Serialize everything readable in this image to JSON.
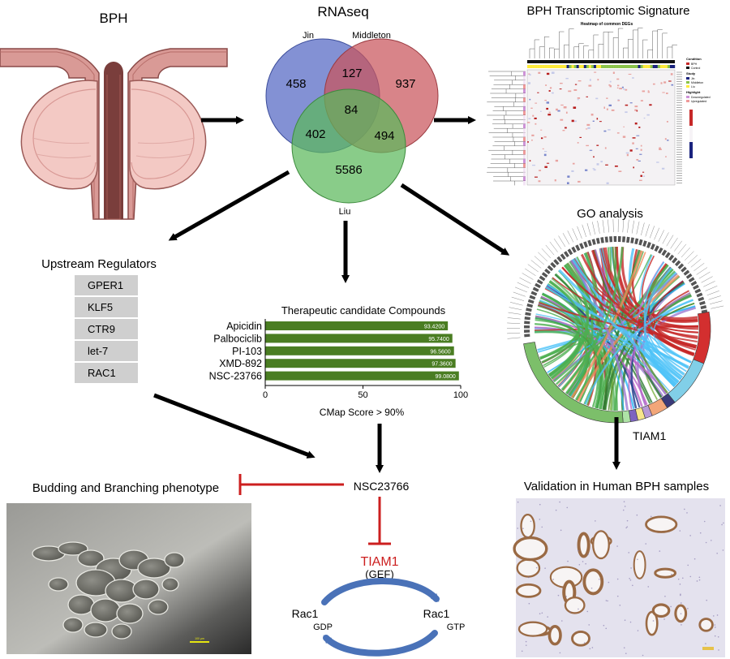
{
  "titles": {
    "bph": "BPH",
    "rnaseq": "RNAseq",
    "signature": "BPH Transcriptomic Signature",
    "go": "GO analysis",
    "upstream": "Upstream Regulators",
    "budding": "Budding and Branching phenotype",
    "validation": "Validation in Human BPH samples"
  },
  "venn": {
    "labels": {
      "jin": "Jin",
      "middleton": "Middleton",
      "liu": "Liu"
    },
    "counts": {
      "jin_only": "458",
      "middleton_only": "937",
      "liu_only": "5586",
      "jin_middleton": "127",
      "jin_liu": "402",
      "middleton_liu": "494",
      "all": "84"
    },
    "colors": {
      "jin": "#5a6cc6",
      "middleton": "#c9545b",
      "liu": "#5cb85c"
    }
  },
  "heatmap": {
    "title": "Heatmap of common DEGs",
    "legend_condition": "Condition",
    "legend_bph": "BPH",
    "legend_control": "Control",
    "legend_study": "Study",
    "legend_jin": "Jin",
    "legend_middleton": "Middleton",
    "legend_liu": "Liu",
    "legend_highlight": "Highlight",
    "legend_down": "Downregulated",
    "legend_up": "Upregulated"
  },
  "regulators": [
    "GPER1",
    "KLF5",
    "CTR9",
    "let-7",
    "RAC1"
  ],
  "chart_data": {
    "type": "bar",
    "title": "Therapeutic candidate Compounds",
    "categories": [
      "Apicidin",
      "Palbociclib",
      "PI-103",
      "XMD-892",
      "NSC-23766"
    ],
    "values": [
      93.42,
      95.74,
      96.56,
      97.36,
      99.08
    ],
    "value_labels": [
      "93.4200",
      "95.7400",
      "96.5600",
      "97.3600",
      "99.0800"
    ],
    "xlabel": "CMap Score > 90%",
    "xlim": [
      0,
      100
    ],
    "xticks": [
      "0",
      "50",
      "100"
    ],
    "color": "#4a7d22"
  },
  "pathway": {
    "inhibitor": "NSC23766",
    "target": "TIAM1",
    "gef": "(GEF)",
    "rac1": "Rac1",
    "gdp": "GDP",
    "gtp": "GTP",
    "tiam1_arrow": "TIAM1"
  },
  "scale_bar": "100 μm",
  "colors": {
    "inhibit": "#cc1f1f",
    "cycle": "#4a72b8",
    "arrow": "#000000"
  }
}
